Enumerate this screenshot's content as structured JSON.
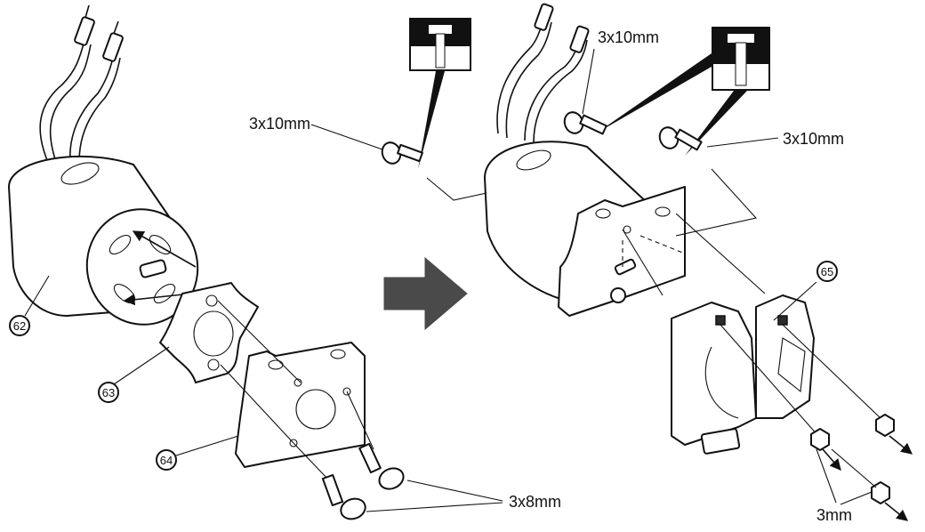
{
  "labels": {
    "screw_a": "3x10mm",
    "screw_b": "3x10mm",
    "screw_c": "3x10mm",
    "screw_d": "3x8mm",
    "nut": "3mm"
  },
  "callouts": {
    "motor": "62",
    "pinion_plate": "63",
    "mount_plate": "64",
    "motor_holder": "65"
  },
  "icons": {
    "step_arrow": "right-arrow-icon"
  },
  "colors": {
    "line": "#111111",
    "arrow_fill": "#4a4a4a"
  }
}
